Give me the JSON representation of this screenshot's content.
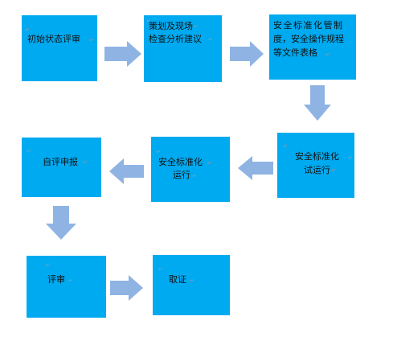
{
  "para_mark": "↵",
  "colors": {
    "box_fill": "#00aaf0",
    "arrow_fill": "#8fb4e3",
    "text": "#111111"
  },
  "steps": [
    {
      "id": "initial-assessment",
      "label_lines": [
        "初始状态评审"
      ]
    },
    {
      "id": "planning-onsite-analysis",
      "label_lines": [
        "策划及现场",
        "检查分析建议"
      ]
    },
    {
      "id": "safety-standardization-docs",
      "label_lines": [
        "安全标准化管制",
        "度，安全操作规程",
        "等文件表格"
      ]
    },
    {
      "id": "trial-operation",
      "label_lines": [
        "安全标准化",
        "试运行"
      ]
    },
    {
      "id": "standardization-operation",
      "label_lines": [
        "安全标准化",
        "运行"
      ]
    },
    {
      "id": "self-assessment-report",
      "label_lines": [
        "自评申报"
      ]
    },
    {
      "id": "review",
      "label_lines": [
        "评审"
      ]
    },
    {
      "id": "certification",
      "label_lines": [
        "取证"
      ]
    }
  ]
}
